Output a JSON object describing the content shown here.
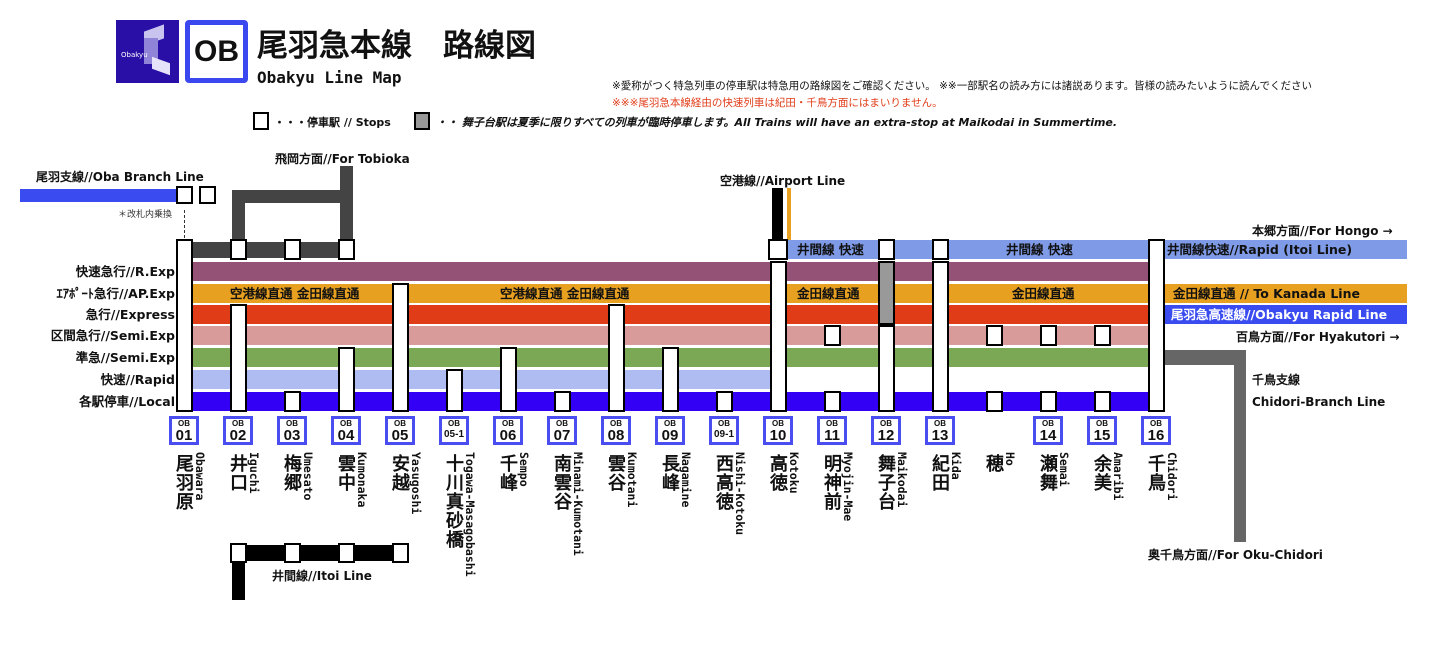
{
  "header": {
    "logo_text": "Obakyu",
    "line_code": "OB",
    "title": "尾羽急本線　路線図",
    "subtitle": "Obakyu Line Map",
    "note1": "※愛称がつく特急列車の停車駅は特急用の路線図をご確認ください。 ※※一部駅名の読み方には諸説あります。皆様の読みたいように読んでください",
    "note2": "※※※尾羽急本線経由の快速列車は紀田・千鳥方面にはまいりません。",
    "legend_stop": "・・・停車駅 // Stops",
    "legend_seasonal": "・・ 舞子台駅は夏季に限りすべての列車が臨時停車します。All Trains will have an extra-stop at Maikodai in Summertime."
  },
  "colors": {
    "itoi_rapid": "#7f9be8",
    "r_exp": "#955277",
    "ap_exp": "#e8a020",
    "express": "#e03c18",
    "semi_exp": "#d99a9a",
    "semi_exp2": "#7aa855",
    "rapid": "#aebcf2",
    "local": "#3300f5",
    "obakyu_rapid": "#3a4cf0",
    "gray_line": "#444444",
    "chidori_branch": "#666666"
  },
  "services": [
    {
      "label": "快速急行//R.Exp"
    },
    {
      "label": "ｴｱﾎﾟｰﾄ急行//AP.Exp"
    },
    {
      "label": "急行//Express"
    },
    {
      "label": "区間急行//Semi.Exp"
    },
    {
      "label": "準急//Semi.Exp"
    },
    {
      "label": "快速//Rapid"
    },
    {
      "label": "各駅停車//Local"
    }
  ],
  "band_labels": {
    "ap1": "空港線直通 金田線直通",
    "ap2": "空港線直通 金田線直通",
    "kanada1": "金田線直通",
    "kanada2": "金田線直通",
    "itoi1": "井間線 快速",
    "itoi2": "井間線 快速"
  },
  "connections": {
    "oba_branch": "尾羽支線//Oba Branch Line",
    "transfer_note": "＊改札内乗換",
    "tobioka": "飛岡方面//For Tobioka",
    "airport": "空港線//Airport Line",
    "hongo": "本郷方面//For Hongo →",
    "itoi_rapid": "井間線快速//Rapid (Itoi Line)",
    "kanada": "金田線直通 // To Kanada Line",
    "obakyu_rapid": "尾羽急高速線//Obakyu Rapid Line",
    "hyakutori": "百鳥方面//For Hyakutori →",
    "chidori_branch_jp": "千鳥支線",
    "chidori_branch_en": "Chidori-Branch Line",
    "oku_chidori": "奥千鳥方面//For Oku-Chidori",
    "itoi_line": "井間線//Itoi Line"
  },
  "stations": [
    {
      "code": "OB",
      "num": "01",
      "jp": "尾羽原",
      "ro": "Obawara",
      "stops": [
        [
          0,
          7
        ]
      ]
    },
    {
      "code": "OB",
      "num": "02",
      "jp": "井口",
      "ro": "Iguchi",
      "stops": [
        [
          0,
          0
        ],
        [
          3,
          7
        ]
      ]
    },
    {
      "code": "OB",
      "num": "03",
      "jp": "梅郷",
      "ro": "Umesato",
      "stops": [
        [
          0,
          0
        ],
        [
          7,
          7
        ]
      ]
    },
    {
      "code": "OB",
      "num": "04",
      "jp": "雲中",
      "ro": "Kumonaka",
      "stops": [
        [
          0,
          0
        ],
        [
          5,
          7
        ]
      ]
    },
    {
      "code": "OB",
      "num": "05",
      "jp": "安越",
      "ro": "Yasugoshi",
      "stops": [
        [
          2,
          7
        ]
      ]
    },
    {
      "code": "OB",
      "num": "05-1",
      "jp": "十川真砂橋",
      "ro": "Togawa-Masagobashi",
      "stops": [
        [
          6,
          7
        ]
      ]
    },
    {
      "code": "OB",
      "num": "06",
      "jp": "千峰",
      "ro": "Sempo",
      "stops": [
        [
          5,
          7
        ]
      ]
    },
    {
      "code": "OB",
      "num": "07",
      "jp": "南雲谷",
      "ro": "Minami-Kumotani",
      "stops": [
        [
          7,
          7
        ]
      ]
    },
    {
      "code": "OB",
      "num": "08",
      "jp": "雲谷",
      "ro": "Kumotani",
      "stops": [
        [
          3,
          7
        ]
      ]
    },
    {
      "code": "OB",
      "num": "09",
      "jp": "長峰",
      "ro": "Nagamine",
      "stops": [
        [
          5,
          7
        ]
      ]
    },
    {
      "code": "OB",
      "num": "09-1",
      "jp": "西高徳",
      "ro": "Nishi-Kotoku",
      "stops": [
        [
          7,
          7
        ]
      ]
    },
    {
      "code": "OB",
      "num": "10",
      "jp": "高徳",
      "ro": "Kotoku",
      "stops": [
        [
          0,
          0
        ],
        [
          1,
          7
        ]
      ]
    },
    {
      "code": "OB",
      "num": "11",
      "jp": "明神前",
      "ro": "Myojin-Mae",
      "stops": [
        [
          4,
          4
        ],
        [
          7,
          7
        ]
      ]
    },
    {
      "code": "OB",
      "num": "12",
      "jp": "舞子台",
      "ro": "Maikodai",
      "stops": [
        [
          0,
          0
        ],
        [
          1,
          3,
          "seasonal"
        ],
        [
          4,
          7
        ]
      ]
    },
    {
      "code": "OB",
      "num": "13",
      "jp": "紀田",
      "ro": "Kida",
      "stops": [
        [
          0,
          0
        ],
        [
          1,
          7
        ]
      ]
    },
    {
      "code": "",
      "num": "",
      "jp": "穂",
      "ro": "Ho",
      "stops": [
        [
          4,
          4
        ],
        [
          7,
          7
        ]
      ]
    },
    {
      "code": "OB",
      "num": "14",
      "jp": "瀬舞",
      "ro": "Semai",
      "stops": [
        [
          4,
          4
        ],
        [
          7,
          7
        ]
      ]
    },
    {
      "code": "OB",
      "num": "15",
      "jp": "余美",
      "ro": "Amaribi",
      "stops": [
        [
          4,
          4
        ],
        [
          7,
          7
        ]
      ]
    },
    {
      "code": "OB",
      "num": "16",
      "jp": "千鳥",
      "ro": "Chidori",
      "stops": [
        [
          0,
          7
        ]
      ]
    }
  ]
}
